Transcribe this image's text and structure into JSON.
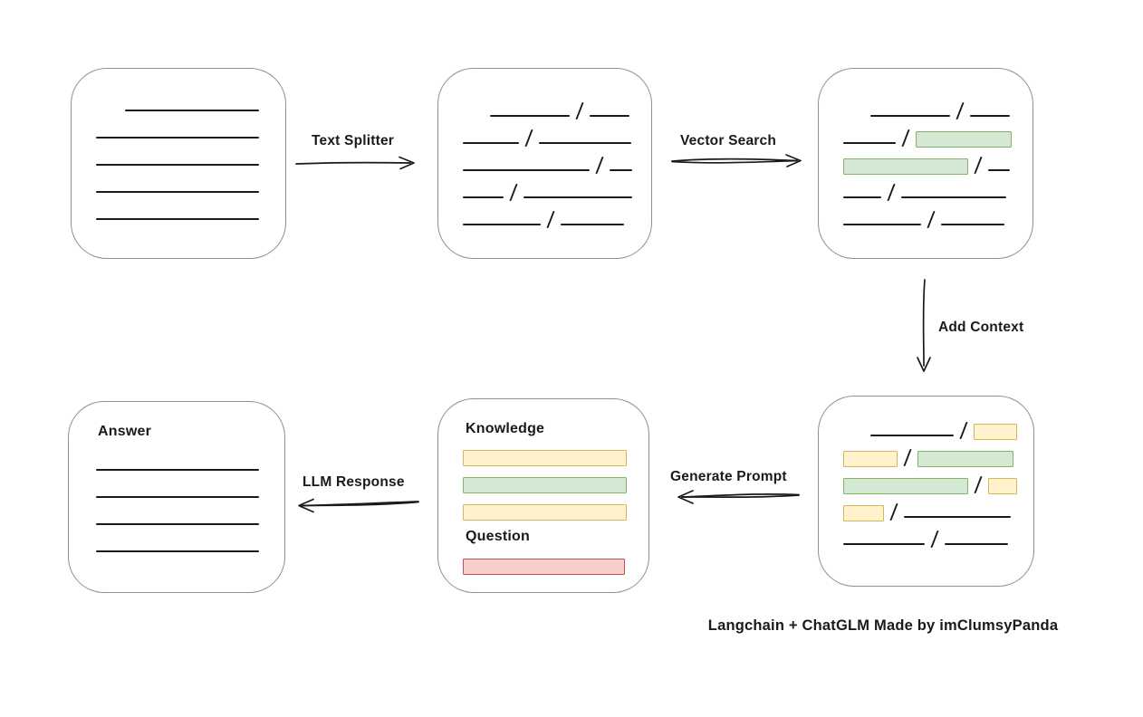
{
  "caption": "Langchain + ChatGLM Made by imClumsyPanda",
  "colors": {
    "line": "#1a1a1a",
    "box_border": "#8f8f8f",
    "green_fill": "#d5e8d4",
    "green_border": "#82b366",
    "yellow_fill": "#fff2cc",
    "yellow_border": "#d6b656",
    "red_fill": "#f8cecc",
    "red_border": "#b85450"
  },
  "arrows": {
    "text_splitter": {
      "label": "Text Splitter"
    },
    "vector_search": {
      "label": "Vector Search"
    },
    "add_context": {
      "label": "Add Context"
    },
    "generate_prompt": {
      "label": "Generate Prompt"
    },
    "llm_response": {
      "label": "LLM Response"
    }
  },
  "nodes": {
    "document": {
      "rows": [
        {
          "indent": 59,
          "segments": [
            {
              "t": "line",
              "w": 148
            }
          ]
        },
        {
          "indent": 27,
          "segments": [
            {
              "t": "line",
              "w": 180
            }
          ]
        },
        {
          "indent": 27,
          "segments": [
            {
              "t": "line",
              "w": 180
            }
          ]
        },
        {
          "indent": 27,
          "segments": [
            {
              "t": "line",
              "w": 180
            }
          ]
        },
        {
          "indent": 27,
          "segments": [
            {
              "t": "line",
              "w": 180
            }
          ]
        }
      ]
    },
    "chunks": {
      "rows": [
        {
          "indent": 57,
          "segments": [
            {
              "t": "line",
              "w": 88
            },
            {
              "t": "slash"
            },
            {
              "t": "line",
              "w": 44
            }
          ]
        },
        {
          "indent": 27,
          "segments": [
            {
              "t": "line",
              "w": 62
            },
            {
              "t": "slash"
            },
            {
              "t": "line",
              "w": 102
            }
          ]
        },
        {
          "indent": 27,
          "segments": [
            {
              "t": "line",
              "w": 140
            },
            {
              "t": "slash"
            },
            {
              "t": "line",
              "w": 25
            }
          ]
        },
        {
          "indent": 27,
          "segments": [
            {
              "t": "line",
              "w": 45
            },
            {
              "t": "slash"
            },
            {
              "t": "line",
              "w": 120
            }
          ]
        },
        {
          "indent": 27,
          "segments": [
            {
              "t": "line",
              "w": 86
            },
            {
              "t": "slash"
            },
            {
              "t": "line",
              "w": 70
            }
          ]
        }
      ]
    },
    "vector_chunks": {
      "rows": [
        {
          "indent": 57,
          "segments": [
            {
              "t": "line",
              "w": 88
            },
            {
              "t": "slash"
            },
            {
              "t": "line",
              "w": 44
            }
          ]
        },
        {
          "indent": 27,
          "segments": [
            {
              "t": "line",
              "w": 58
            },
            {
              "t": "slash"
            },
            {
              "t": "green",
              "w": 104
            }
          ]
        },
        {
          "indent": 27,
          "segments": [
            {
              "t": "green",
              "w": 136
            },
            {
              "t": "slash"
            },
            {
              "t": "line",
              "w": 24
            }
          ]
        },
        {
          "indent": 27,
          "segments": [
            {
              "t": "line",
              "w": 42
            },
            {
              "t": "slash"
            },
            {
              "t": "line",
              "w": 116
            }
          ]
        },
        {
          "indent": 27,
          "segments": [
            {
              "t": "line",
              "w": 86
            },
            {
              "t": "slash"
            },
            {
              "t": "line",
              "w": 70
            }
          ]
        }
      ]
    },
    "context_chunks": {
      "rows": [
        {
          "indent": 57,
          "segments": [
            {
              "t": "line",
              "w": 92
            },
            {
              "t": "slash"
            },
            {
              "t": "yellow",
              "w": 46
            }
          ]
        },
        {
          "indent": 27,
          "segments": [
            {
              "t": "yellow",
              "w": 58
            },
            {
              "t": "slash"
            },
            {
              "t": "green",
              "w": 104
            }
          ]
        },
        {
          "indent": 27,
          "segments": [
            {
              "t": "green",
              "w": 136
            },
            {
              "t": "slash"
            },
            {
              "t": "yellow",
              "w": 30
            }
          ]
        },
        {
          "indent": 27,
          "segments": [
            {
              "t": "yellow",
              "w": 43
            },
            {
              "t": "slash"
            },
            {
              "t": "line",
              "w": 118
            }
          ]
        },
        {
          "indent": 27,
          "segments": [
            {
              "t": "line",
              "w": 90
            },
            {
              "t": "slash"
            },
            {
              "t": "line",
              "w": 70
            }
          ]
        }
      ]
    },
    "prompt": {
      "knowledge_label": "Knowledge",
      "question_label": "Question",
      "knowledge_rows": [
        {
          "indent": 27,
          "segments": [
            {
              "t": "yellow",
              "w": 179
            }
          ]
        },
        {
          "indent": 27,
          "segments": [
            {
              "t": "green",
              "w": 179
            }
          ]
        },
        {
          "indent": 27,
          "segments": [
            {
              "t": "yellow",
              "w": 179
            }
          ]
        }
      ],
      "question_rows": [
        {
          "indent": 27,
          "segments": [
            {
              "t": "red",
              "w": 177
            }
          ]
        }
      ]
    },
    "answer": {
      "label": "Answer",
      "rows": [
        {
          "indent": 30,
          "segments": [
            {
              "t": "line",
              "w": 180
            }
          ]
        },
        {
          "indent": 30,
          "segments": [
            {
              "t": "line",
              "w": 180
            }
          ]
        },
        {
          "indent": 30,
          "segments": [
            {
              "t": "line",
              "w": 180
            }
          ]
        },
        {
          "indent": 30,
          "segments": [
            {
              "t": "line",
              "w": 180
            }
          ]
        }
      ]
    }
  }
}
